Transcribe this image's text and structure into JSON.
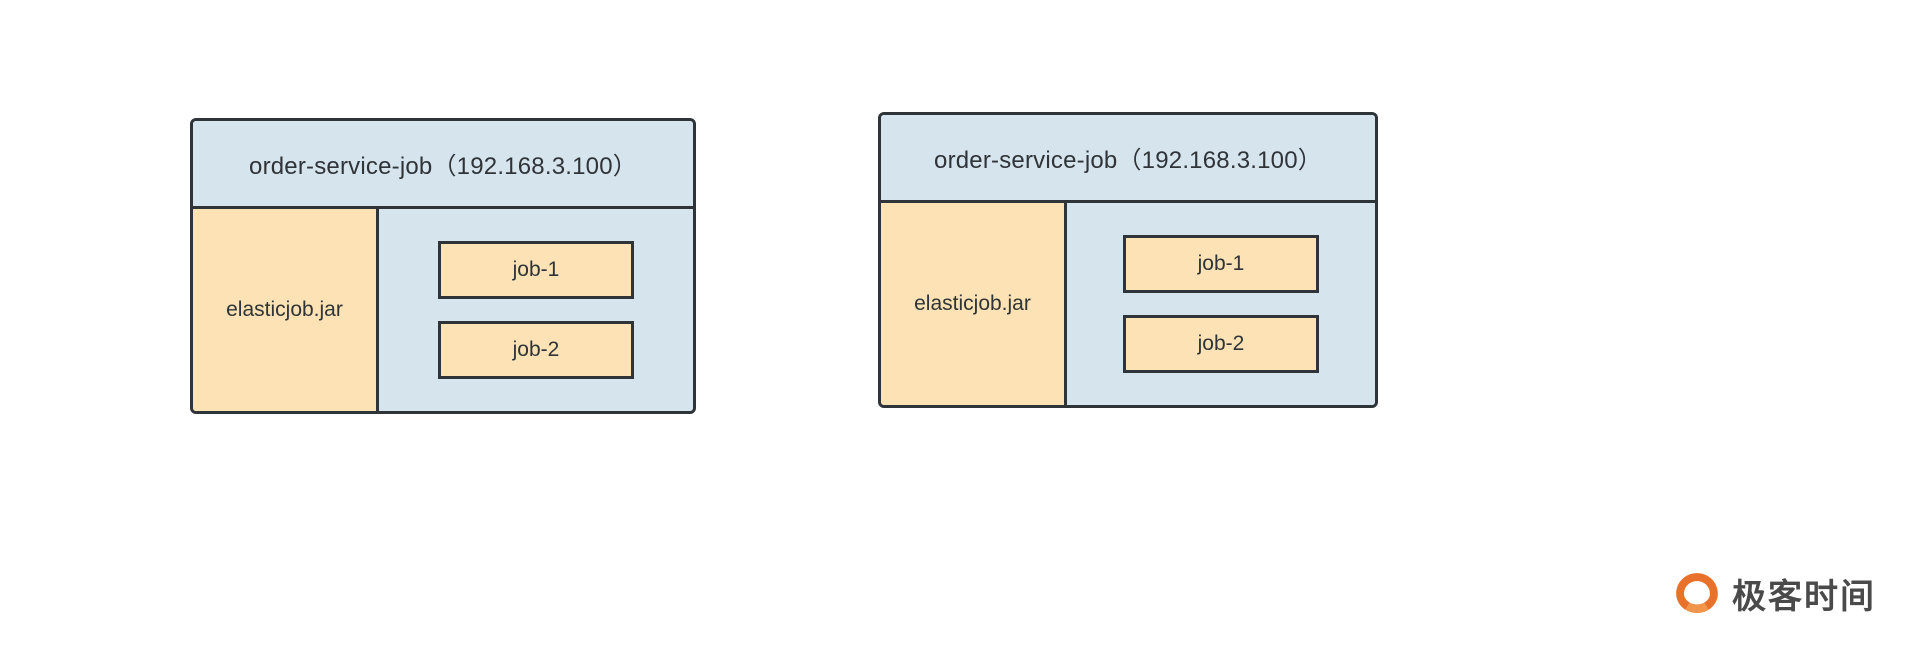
{
  "diagram": {
    "type": "architecture-block-diagram",
    "background_color": "#ffffff",
    "colors": {
      "panel_blue": "#d6e4ee",
      "panel_orange": "#fce2b4",
      "stroke": "#2f3438",
      "text": "#2f3438",
      "logo_orange": "#e8722c"
    },
    "nodes": [
      {
        "id": "node-left",
        "header": "order-service-job（192.168.3.100）",
        "jar_label": "elasticjob.jar",
        "jobs": [
          "job-1",
          "job-2"
        ]
      },
      {
        "id": "node-right",
        "header": "order-service-job（192.168.3.100）",
        "jar_label": "elasticjob.jar",
        "jobs": [
          "job-1",
          "job-2"
        ]
      }
    ]
  },
  "watermark": {
    "brand_text": "极客时间",
    "mark_icon": "geektime-logo-icon"
  }
}
